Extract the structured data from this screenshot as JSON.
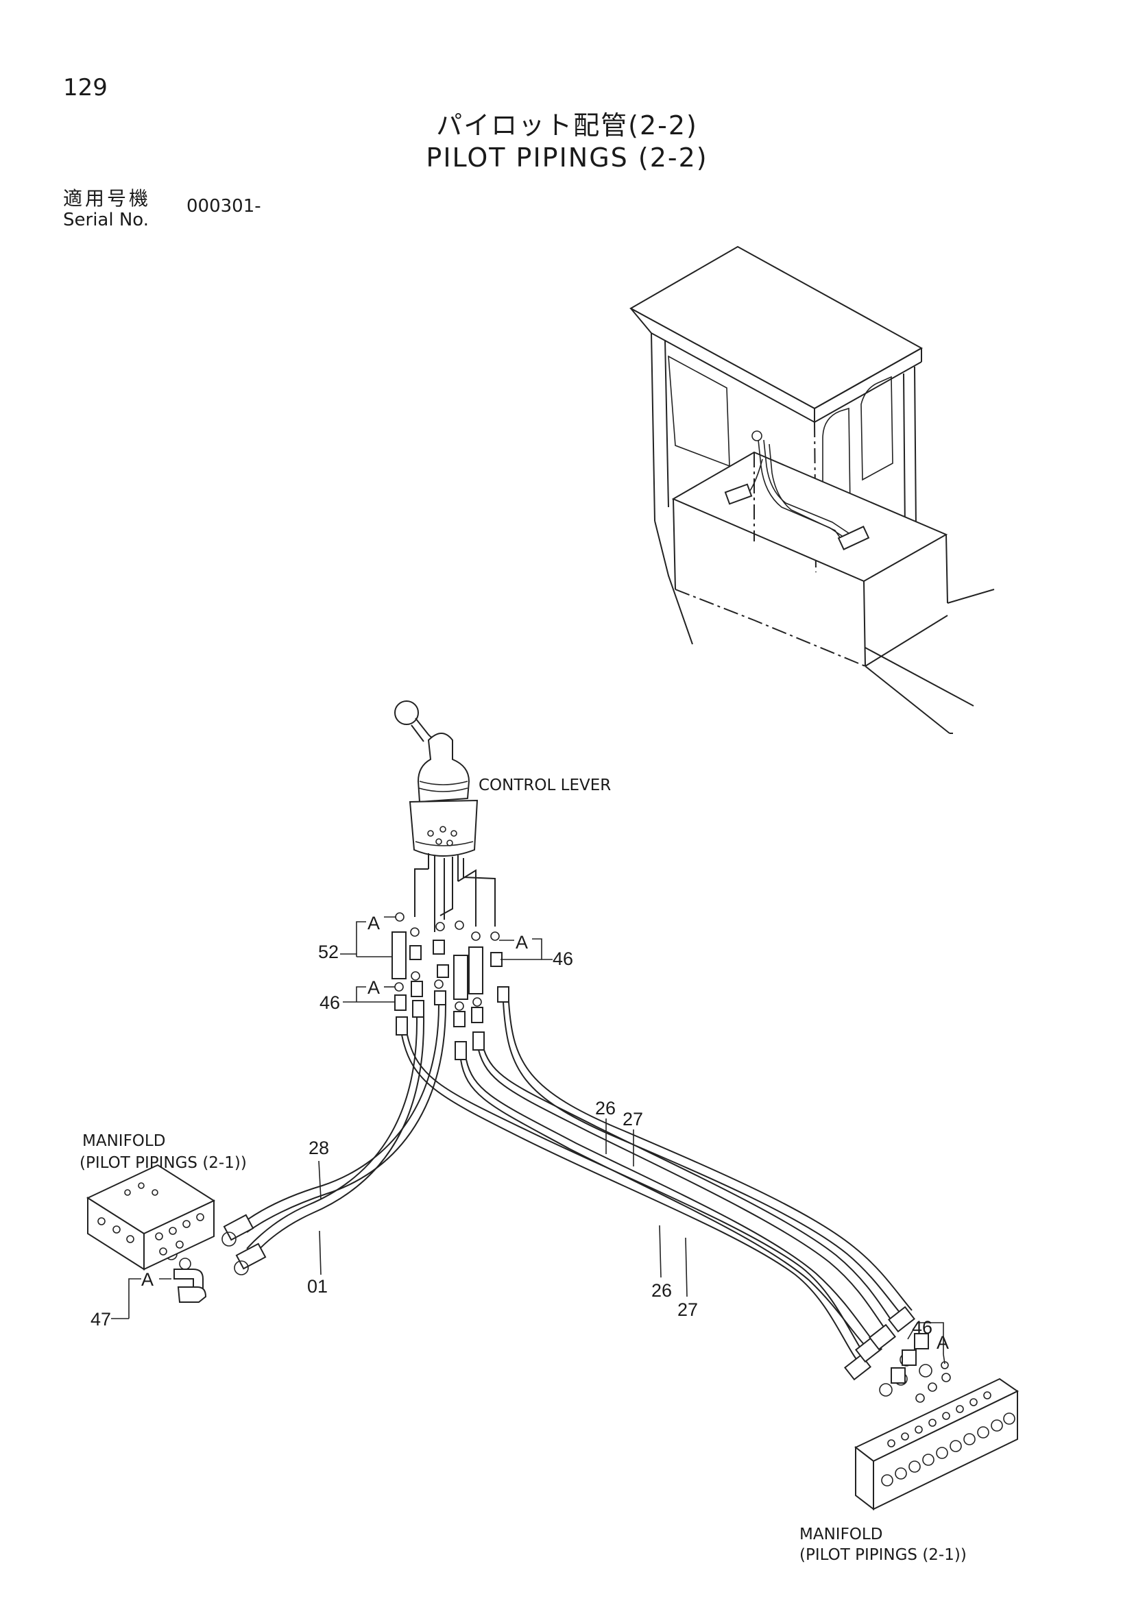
{
  "page": {
    "number": "129",
    "title_ja": "パイロット配管(2-2)",
    "title_en": "PILOT PIPINGS (2-2)"
  },
  "serial": {
    "label_ja": "適用号機",
    "label_en": "Serial No.",
    "value": "000301-"
  },
  "labels": {
    "control_lever": "CONTROL LEVER",
    "manifold_left_name": "MANIFOLD",
    "manifold_left_ref": "(PILOT PIPINGS (2-1))",
    "manifold_right_name": "MANIFOLD",
    "manifold_right_ref": "(PILOT PIPINGS (2-1))",
    "detail_a": "A"
  },
  "callouts": {
    "c52": "52",
    "c46_top": "46",
    "c46_left": "46",
    "c46_right": "46",
    "c28": "28",
    "c01": "01",
    "c47": "47",
    "c26_upper": "26",
    "c27_upper": "27",
    "c26_lower": "26",
    "c27_lower": "27"
  }
}
